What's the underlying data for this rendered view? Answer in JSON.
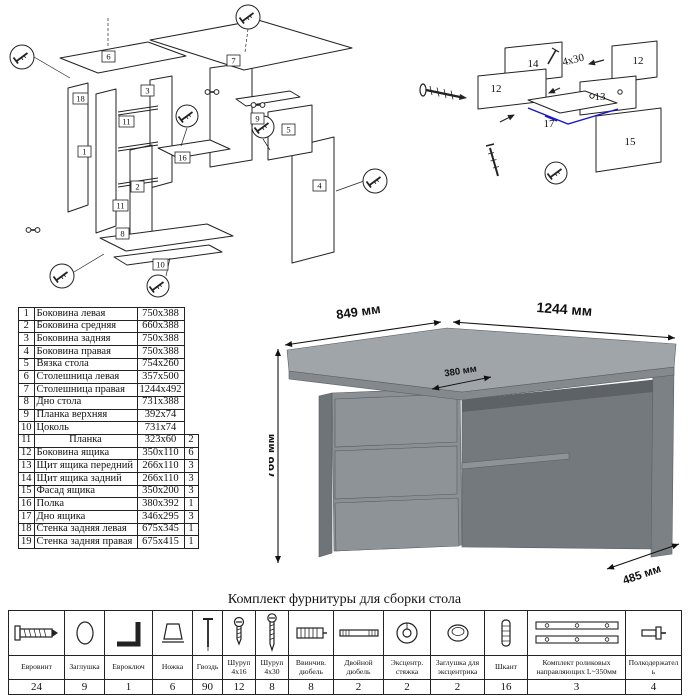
{
  "parts_table": {
    "rows": [
      {
        "num": "1",
        "name": "Боковина левая",
        "size": "750x388"
      },
      {
        "num": "2",
        "name": "Боковина средняя",
        "size": "660x388"
      },
      {
        "num": "3",
        "name": "Боковина задняя",
        "size": "750x388"
      },
      {
        "num": "4",
        "name": "Боковина правая",
        "size": "750x388"
      },
      {
        "num": "5",
        "name": "Вязка стола",
        "size": "754x260"
      },
      {
        "num": "6",
        "name": "Столешница левая",
        "size": "357x500"
      },
      {
        "num": "7",
        "name": "Столешница правая",
        "size": "1244x492"
      },
      {
        "num": "8",
        "name": "Дно стола",
        "size": "731x388"
      },
      {
        "num": "9",
        "name": "Планка верхняя",
        "size": "392x74"
      },
      {
        "num": "10",
        "name": "Цоколь",
        "size": "731x74"
      },
      {
        "num": "11",
        "name": "Планка",
        "size": "323x60",
        "qty": "2"
      },
      {
        "num": "12",
        "name": "Боковина ящика",
        "size": "350x110",
        "qty": "6"
      },
      {
        "num": "13",
        "name": "Щит ящика передний",
        "size": "266x110",
        "qty": "3"
      },
      {
        "num": "14",
        "name": "Щит ящика задний",
        "size": "266x110",
        "qty": "3"
      },
      {
        "num": "15",
        "name": "Фасад ящика",
        "size": "350x200",
        "qty": "3"
      },
      {
        "num": "16",
        "name": "Полка",
        "size": "380x392",
        "qty": "1"
      },
      {
        "num": "17",
        "name": "Дно ящика",
        "size": "346x295",
        "qty": "3"
      },
      {
        "num": "18",
        "name": "Стенка задняя левая",
        "size": "675x345",
        "qty": "1"
      },
      {
        "num": "19",
        "name": "Стенка задняя правая",
        "size": "675x415",
        "qty": "1"
      }
    ]
  },
  "desk": {
    "dim_left_depth": "849 мм",
    "dim_width": "1244 мм",
    "dim_height": "766 мм",
    "dim_inner": "380 мм",
    "dim_right_depth": "485 мм",
    "colors": {
      "top": "#9fa5a9",
      "front": "#8a9094",
      "drawer": "#8d9397",
      "side": "#6f7478",
      "niche": "#74797d",
      "shadow": "#5d6266",
      "edge": "#84898d",
      "panel": "#7c8185"
    }
  },
  "diagram_left": {
    "labels": [
      "6",
      "7",
      "18",
      "1",
      "3",
      "2",
      "16",
      "11",
      "11",
      "8",
      "9",
      "5",
      "4",
      "10"
    ]
  },
  "diagram_right": {
    "labels": [
      "14",
      "12",
      "12",
      "13",
      "17",
      "15"
    ],
    "note": "4x30"
  },
  "hardware": {
    "title": "Комплект фурнитуры для сборки стола",
    "items": [
      {
        "name": "Евровинт",
        "qty": "24",
        "icon": "confirmat-screw"
      },
      {
        "name": "Заглушка",
        "qty": "9",
        "icon": "cap"
      },
      {
        "name": "Евроключ",
        "qty": "1",
        "icon": "hex-key"
      },
      {
        "name": "Ножка",
        "qty": "6",
        "icon": "foot"
      },
      {
        "name": "Гвоздь",
        "qty": "90",
        "icon": "nail"
      },
      {
        "name": "Шуруп 4x16",
        "qty": "12",
        "icon": "screw-small"
      },
      {
        "name": "Шуруп 4x30",
        "qty": "8",
        "icon": "screw-long"
      },
      {
        "name": "Ввинчив. дюбель",
        "qty": "8",
        "icon": "screw-in-dowel"
      },
      {
        "name": "Двойной дюбель",
        "qty": "2",
        "icon": "double-dowel"
      },
      {
        "name": "Эксцентр. стяжка",
        "qty": "2",
        "icon": "cam-lock"
      },
      {
        "name": "Заглушка для эксцентрика",
        "qty": "2",
        "icon": "cam-cap"
      },
      {
        "name": "Шкант",
        "qty": "16",
        "icon": "wooden-dowel"
      },
      {
        "name": "Комплект роликовых направляющих L~350мм",
        "qty": "3",
        "icon": "drawer-slides"
      },
      {
        "name": "Полкодержатель",
        "qty": "4",
        "icon": "shelf-pin"
      }
    ]
  }
}
